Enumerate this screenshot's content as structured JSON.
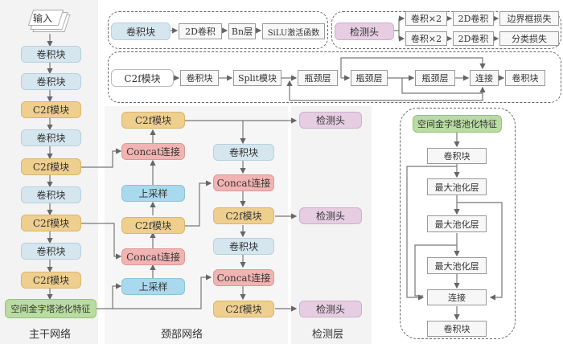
{
  "backbone": {
    "title": "主干网络",
    "input": "输入",
    "blocks": [
      "卷积块",
      "卷积块",
      "C2f模块",
      "卷积块",
      "C2f模块",
      "卷积块",
      "C2f模块",
      "卷积块",
      "C2f模块",
      "空间金字塔池化特征"
    ]
  },
  "neck": {
    "title": "颈部网络",
    "left_column": [
      "C2f模块",
      "Concat连接",
      "上采样",
      "C2f模块",
      "Concat连接",
      "上采样"
    ],
    "right_column": [
      "卷积块",
      "Concat连接",
      "C2f模块",
      "卷积块",
      "Concat连接",
      "C2f模块"
    ]
  },
  "detection": {
    "title": "检测层",
    "heads": [
      "检测头",
      "检测头",
      "检测头"
    ]
  },
  "legend_conv": {
    "name": "卷积块",
    "steps": [
      "2D卷积",
      "Bn层",
      "SiLU激活函数"
    ]
  },
  "legend_head": {
    "name": "检测头",
    "branch1": [
      "卷积×2",
      "2D卷积",
      "边界框损失"
    ],
    "branch2": [
      "卷积×2",
      "2D卷积",
      "分类损失"
    ]
  },
  "legend_c2f": {
    "name": "C2f模块",
    "steps": [
      "卷积块",
      "Split模块",
      "瓶颈层",
      "瓶颈层",
      "瓶颈层",
      "连接",
      "卷积块"
    ]
  },
  "legend_sppf": {
    "name": "空间金字塔池化特征",
    "steps": [
      "卷积块",
      "最大池化层",
      "最大池化层",
      "最大池化层",
      "连接",
      "卷积块"
    ]
  },
  "colors": {
    "conv": "#d6e6ef",
    "c2f": "#efcf8e",
    "concat": "#f2b4b2",
    "upsample": "#a9d9ec",
    "sppf": "#b9dca1",
    "detect": "#e6cde2"
  }
}
